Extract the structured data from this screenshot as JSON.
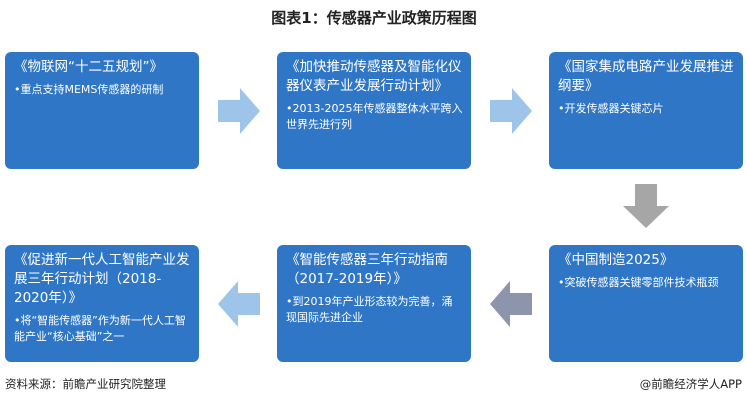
{
  "title": "图表1：传感器产业政策历程图",
  "policies": [
    {
      "title": "《物联网“十二五规划”》",
      "body": "•重点支持MEMS传感器的研制"
    },
    {
      "title": "《加快推动传感器及智能化仪器仪表产业发展行动计划》",
      "body": "•2013-2025年传感器整体水平跨入世界先进行列"
    },
    {
      "title": "《国家集成电路产业发展推进纲要》",
      "body": "•开发传感器关键芯片"
    },
    {
      "title": "《中国制造2025》",
      "body": "•突破传感器关键零部件技术瓶颈"
    },
    {
      "title": "《智能传感器三年行动指南（2017-2019年）》",
      "body": "•到2019年产业形态较为完善，涌现国际先进企业"
    },
    {
      "title": "《促进新一代人工智能产业发展三年行动计划（2018-2020年）》",
      "body": "•将“智能传感器”作为新一代人工智能产业“核心基础”之一"
    }
  ],
  "source": "资料来源：前瞻产业研究院整理",
  "credit": "@前瞻经济学人APP",
  "colors": {
    "box": "#2f77c6",
    "arrow_light": "#9ec4ea",
    "arrow_gray": "#a6a6a6",
    "arrow_dark": "#8d95ad"
  }
}
